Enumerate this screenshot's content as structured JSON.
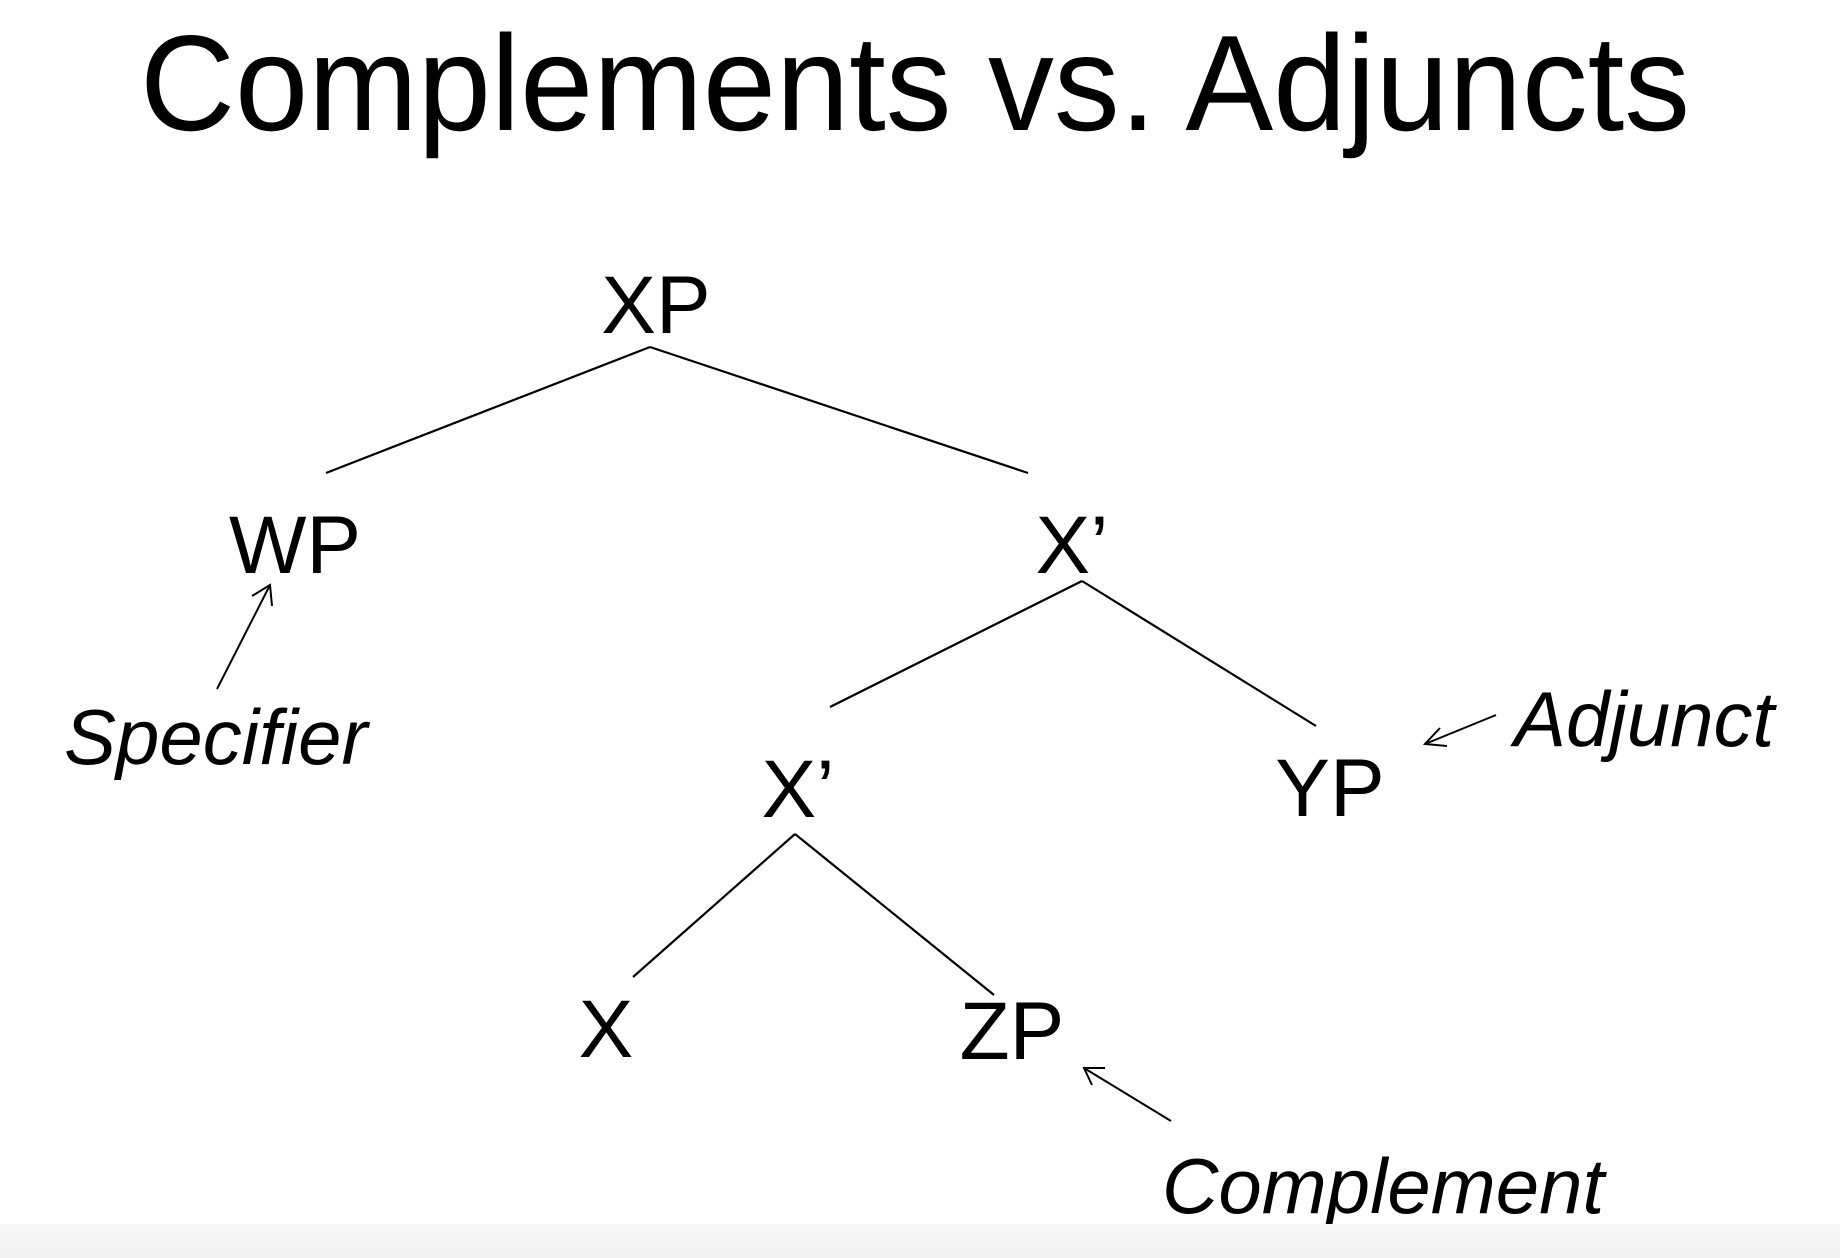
{
  "diagram": {
    "title": "Complements vs. Adjuncts",
    "nodes": {
      "xp": "XP",
      "wp": "WP",
      "xbar_upper": "X’",
      "xbar_lower": "X’",
      "yp": "YP",
      "x": "X",
      "zp": "ZP"
    },
    "edges": [
      {
        "from": "xp",
        "to": "wp"
      },
      {
        "from": "xp",
        "to": "xbar_upper"
      },
      {
        "from": "xbar_upper",
        "to": "xbar_lower"
      },
      {
        "from": "xbar_upper",
        "to": "yp"
      },
      {
        "from": "xbar_lower",
        "to": "x"
      },
      {
        "from": "xbar_lower",
        "to": "zp"
      }
    ],
    "annotations": {
      "specifier": {
        "label": "Specifier",
        "target": "wp"
      },
      "adjunct": {
        "label": "Adjunct",
        "target": "yp"
      },
      "complement": {
        "label": "Complement",
        "target": "zp"
      }
    }
  }
}
